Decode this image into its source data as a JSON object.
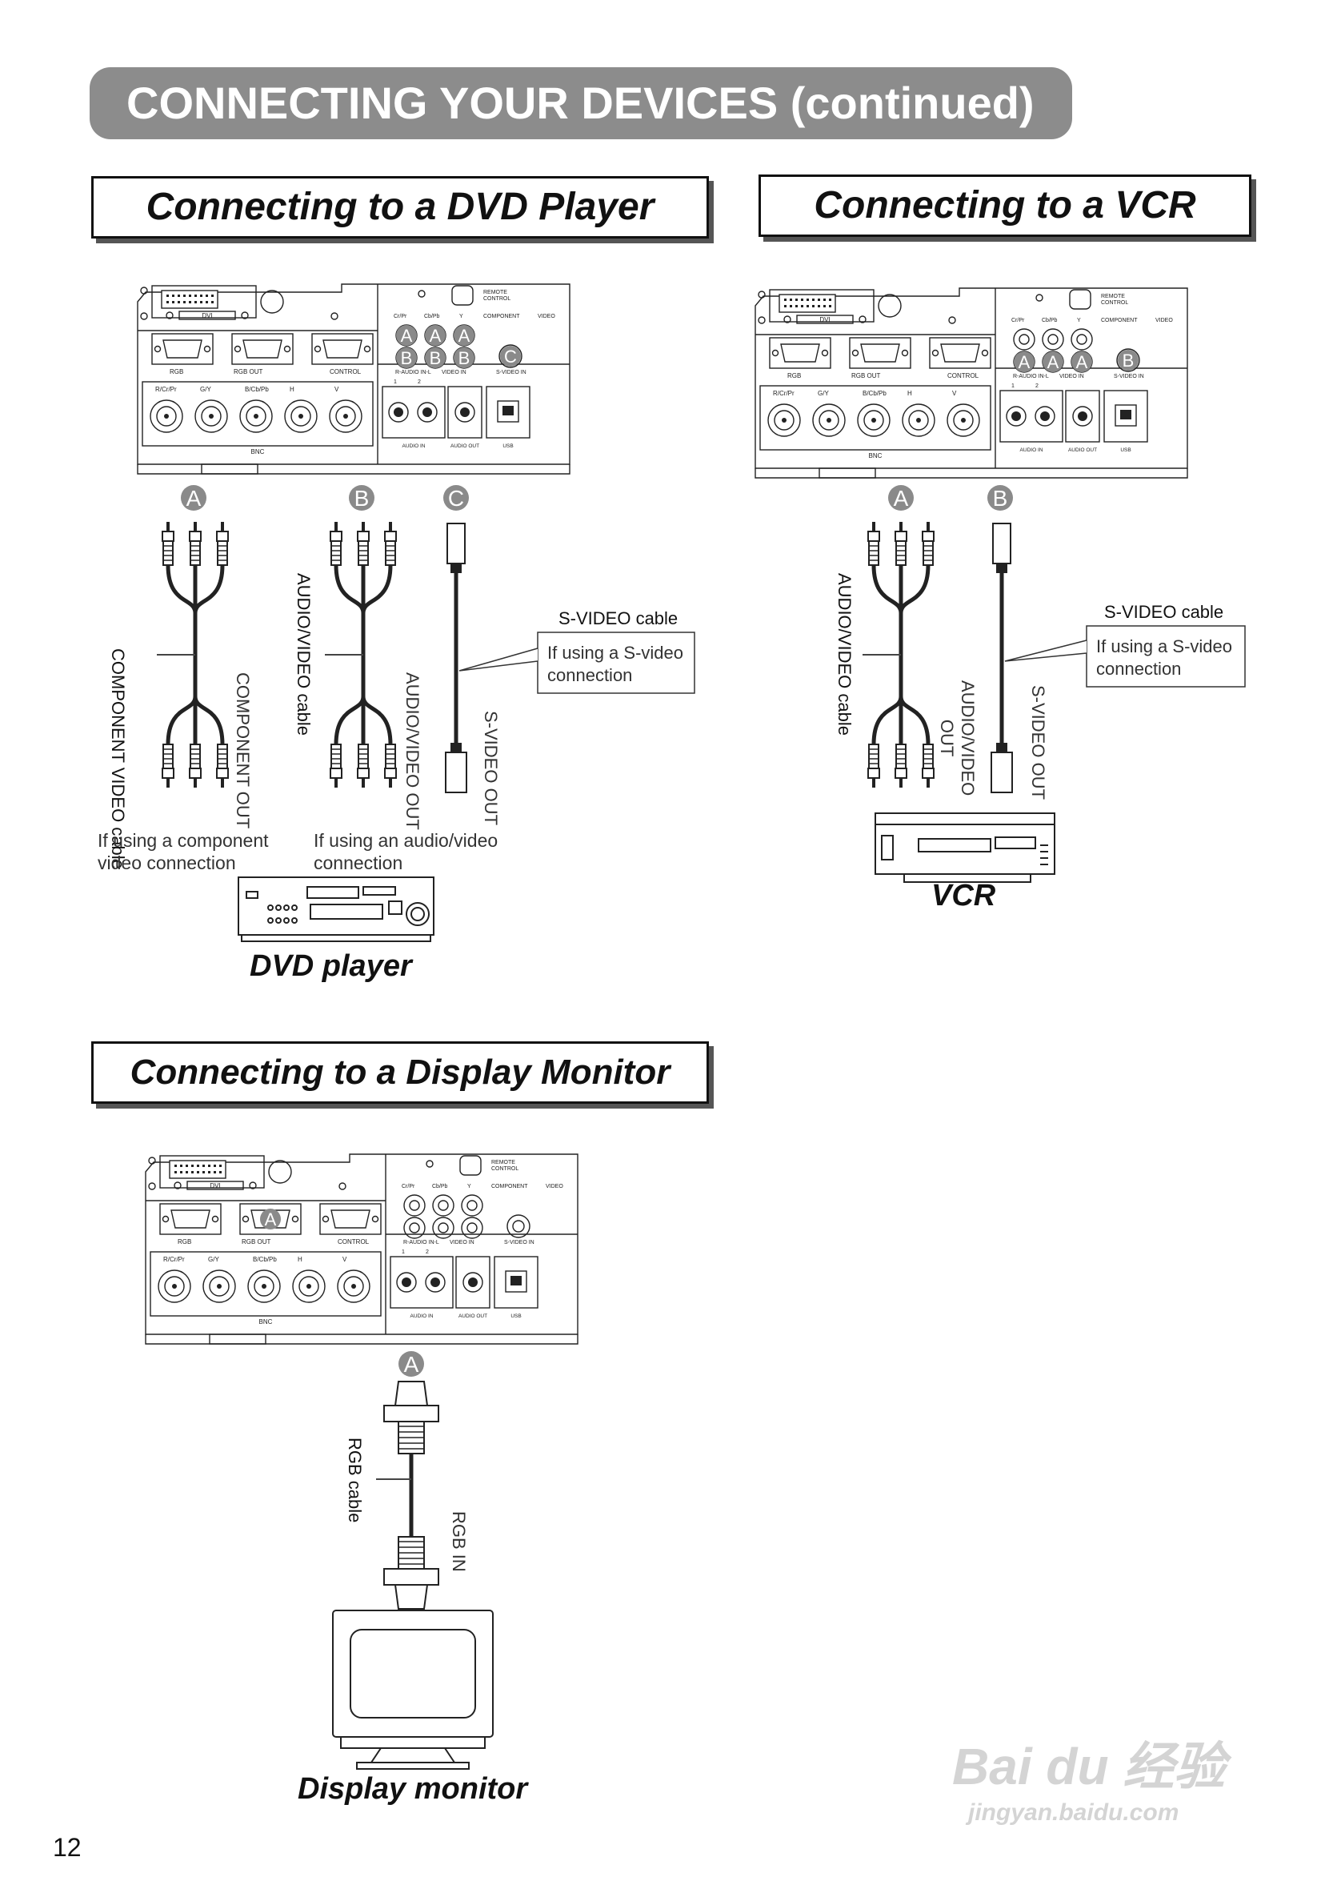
{
  "title": "CONNECTING YOUR DEVICES (continued)",
  "page_number": "12",
  "panel": {
    "remote": "REMOTE\nCONTROL",
    "dvi": "DVI",
    "rgb": "RGB",
    "rgb_out": "RGB  OUT",
    "control": "CONTROL",
    "cb": "Cb/Pb",
    "cr": "Cr/Pr",
    "y": "Y",
    "component": "COMPONENT",
    "video": "VIDEO",
    "r_audio": "R-AUDIO IN-L",
    "video_in": "VIDEO IN",
    "s_video_in": "S-VIDEO IN",
    "bnc_labels": [
      "R/Cr/Pr",
      "G/Y",
      "B/Cb/Pb",
      "H",
      "V"
    ],
    "bnc": "BNC",
    "audio_in": "AUDIO IN",
    "audio_out": "AUDIO OUT",
    "usb": "USB",
    "one": "1",
    "two": "2"
  },
  "dvd": {
    "heading": "Connecting to a DVD Player",
    "device": "DVD player",
    "markers": [
      "A",
      "B",
      "C"
    ],
    "component_cable": "COMPONENT VIDEO cable",
    "component_out": "COMPONENT  OUT",
    "av_cable": "AUDIO/VIDEO cable",
    "av_out": "AUDIO/VIDEO OUT",
    "svideo_out": "S-VIDEO OUT",
    "svideo_cable": "S-VIDEO cable",
    "svideo_note": "If using a S-video\nconnection",
    "component_note": "If using a component\nvideo connection",
    "av_note": "If using an audio/video\nconnection"
  },
  "vcr": {
    "heading": "Connecting to a VCR",
    "device": "VCR",
    "markers": [
      "A",
      "B"
    ],
    "av_cable": "AUDIO/VIDEO cable",
    "av_out": "AUDIO/VIDEO\nOUT",
    "svideo_out": "S-VIDEO OUT",
    "svideo_cable": "S-VIDEO cable",
    "svideo_note": "If using a S-video\nconnection"
  },
  "monitor": {
    "heading": "Connecting to a Display Monitor",
    "device": "Display monitor",
    "markers": [
      "A"
    ],
    "rgb_cable": "RGB cable",
    "rgb_in": "RGB IN"
  },
  "watermark": {
    "brand": "Bai du 经验",
    "url": "jingyan.baidu.com"
  }
}
